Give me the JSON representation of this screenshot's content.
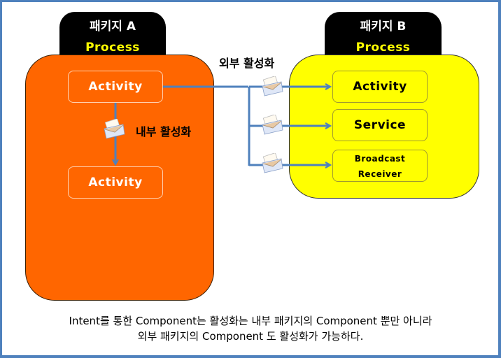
{
  "package_a": {
    "name": "패키지 A",
    "process_label": "Process",
    "color": "#ff6600",
    "components": [
      {
        "label": "Activity"
      },
      {
        "label": "Activity"
      }
    ]
  },
  "package_b": {
    "name": "패키지 B",
    "process_label": "Process",
    "color": "#ffff00",
    "components": [
      {
        "label": "Activity"
      },
      {
        "label": "Service"
      },
      {
        "label_line1": "Broadcast",
        "label_line2": "Receiver"
      }
    ]
  },
  "labels": {
    "internal": "내부 활성화",
    "external": "외부 활성화"
  },
  "icons": {
    "message": "envelope-icon"
  },
  "colors": {
    "border": "#4f81bd",
    "arrow": "#4f81bd",
    "tab": "#000000",
    "process_text": "#ffff00"
  },
  "caption": {
    "line1": "Intent를 통한 Component는 활성화는 내부 패키지의 Component 뿐만 아니라",
    "line2": "외부 패키지의 Component 도 활성화가 가능하다."
  }
}
